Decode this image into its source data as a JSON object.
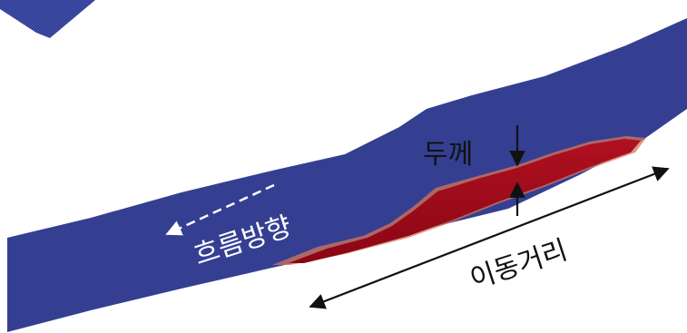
{
  "labels": {
    "thickness": "두께",
    "flow_direction": "흐름방향",
    "travel_distance": "이동거리"
  },
  "colors": {
    "channel_fill": "#343f92",
    "deposit_fill": "#9a0717",
    "deposit_edge": "#d4755a",
    "mesh_line": "#3a4aa8",
    "annotation": "#111111",
    "flow_text": "#ffffff"
  }
}
